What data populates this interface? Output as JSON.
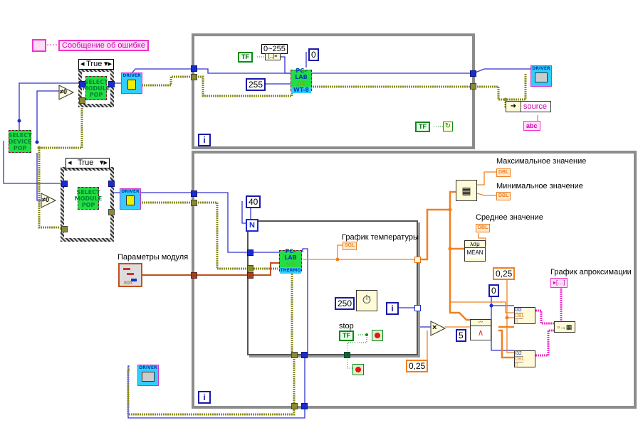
{
  "diagram": {
    "type": "LabVIEW block diagram",
    "error_message": {
      "label": "Сообщение об ошибке",
      "icon": "error-cluster-icon"
    },
    "case_structures": [
      {
        "selector": "True",
        "subvi": "SELECT MODULE POP"
      },
      {
        "selector": "True",
        "subvi": "SELECT MODULE POP"
      }
    ],
    "select_device": "SELECT DEVICE POP",
    "not_equal_zero": "≠0",
    "driver_label": "DRIVER",
    "top_loop": {
      "range_label": "0~255",
      "bool_const": "TF",
      "const_255": "255",
      "const_0": "0",
      "pclab_top": "PC-LAB",
      "pclab_bottom": "WT-8",
      "stop_bool": "TF",
      "iter": "i"
    },
    "source": {
      "property": "source",
      "indicator": "abc"
    },
    "bottom_loop": {
      "iter": "i",
      "n_const": "40",
      "n_label": "N",
      "module_params_label": "Параметры модуля",
      "module_params_type": "806",
      "pclab_top": "PC-LAB",
      "pclab_bottom": "THERMO",
      "temp_graph_label": "График температуры",
      "temp_graph_type": "SGL",
      "wait_const": "250",
      "inner_iter": "i",
      "stop_label": "stop",
      "stop_bool": "TF"
    },
    "stats": {
      "max_label": "Максимальное значение",
      "min_label": "Минимальное значение",
      "mean_label": "Среднее значение",
      "indicator_type": "DBL",
      "mean_func": "MEAN",
      "mean_glyph": "λσμ"
    },
    "approx": {
      "multiply": "×",
      "const_025_a": "0,25",
      "const_025_b": "0,25",
      "const_0": "0",
      "const_5": "5",
      "bundle_rows": [
        "I32",
        "DBL",
        "[]"
      ],
      "graph_label": "График апроксимации"
    }
  }
}
